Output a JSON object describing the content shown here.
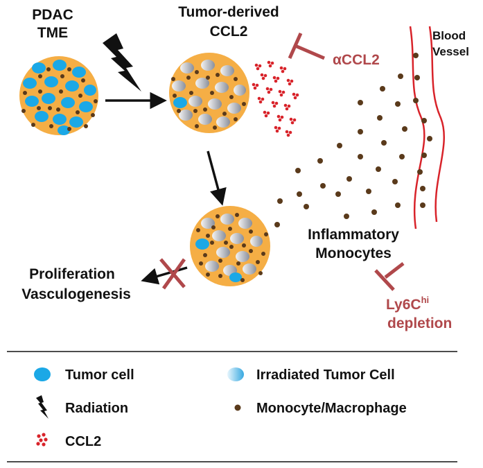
{
  "labels": {
    "pdac_line1": "PDAC",
    "pdac_line2": "TME",
    "ccl2_source_line1": "Tumor-derived",
    "ccl2_source_line2": "CCL2",
    "anti_ccl2": "αCCL2",
    "vessel_line1": "Blood",
    "vessel_line2": "Vessel",
    "monocytes_line1": "Inflammatory",
    "monocytes_line2": "Monocytes",
    "outcome_line1": "Proliferation",
    "outcome_line2": "Vasculogenesis",
    "ly6c_base": "Ly6C",
    "ly6c_sup": "hi",
    "ly6c_line2": "depletion"
  },
  "legend": {
    "tumor_cell": "Tumor cell",
    "irradiated_tumor_cell": "Irradiated Tumor Cell",
    "radiation": "Radiation",
    "monocyte_macrophage": "Monocyte/Macrophage",
    "ccl2": "CCL2"
  },
  "colors": {
    "tme_fill": "#F5AE45",
    "tumor_cell": "#1BA8E6",
    "monocyte": "#5A3A1B",
    "inhibition": "#B0484B",
    "vessel": "#D8232A",
    "ccl2": "#D8232A",
    "arrow": "#111111"
  },
  "icons": {
    "radiation": "lightning-bolt-icon",
    "inhibition": "t-bar-inhibitor-icon",
    "blocked": "x-cross-icon"
  }
}
